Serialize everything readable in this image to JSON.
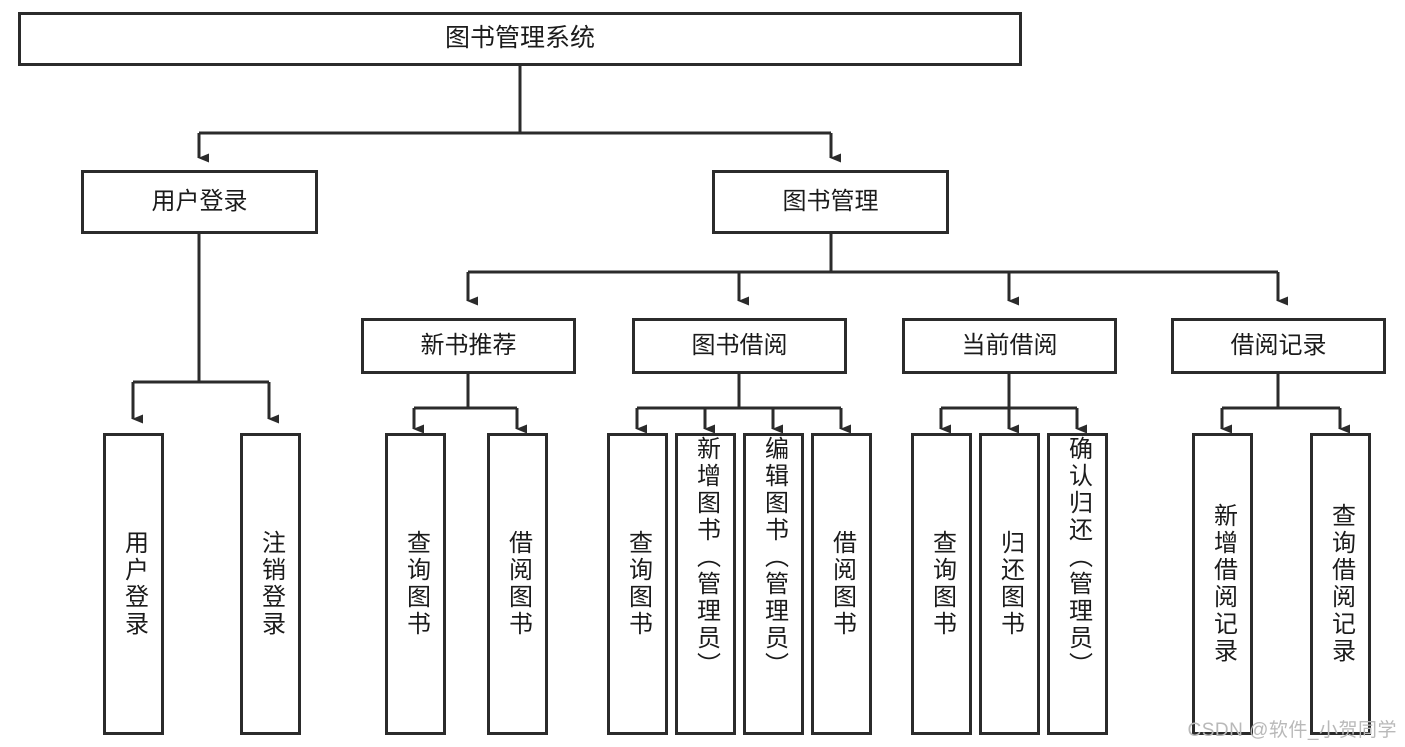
{
  "diagram": {
    "title": "图书管理系统",
    "type": "tree",
    "root": {
      "label": "图书管理系统"
    },
    "level2": [
      {
        "label": "用户登录"
      },
      {
        "label": "图书管理"
      }
    ],
    "level3": [
      {
        "label": "新书推荐"
      },
      {
        "label": "图书借阅"
      },
      {
        "label": "当前借阅"
      },
      {
        "label": "借阅记录"
      }
    ],
    "leaves": {
      "user_login": [
        {
          "label": "用户登录"
        },
        {
          "label": "注销登录"
        }
      ],
      "new_book": [
        {
          "label": "查询图书"
        },
        {
          "label": "借阅图书"
        }
      ],
      "book_borrow": [
        {
          "label": "查询图书"
        },
        {
          "label": "新增图书（管理员）"
        },
        {
          "label": "编辑图书（管理员）"
        },
        {
          "label": "借阅图书"
        }
      ],
      "current_borrow": [
        {
          "label": "查询图书"
        },
        {
          "label": "归还图书"
        },
        {
          "label": "确认归还（管理员）"
        }
      ],
      "borrow_record": [
        {
          "label": "新增借阅记录"
        },
        {
          "label": "查询借阅记录"
        }
      ]
    }
  },
  "watermark": {
    "text": "CSDN @软件_小贺同学"
  },
  "colors": {
    "line": "#2b2b2b",
    "box_fill": "#ffffff",
    "text": "#1b1b1b",
    "watermark": "#b9b9b9"
  }
}
